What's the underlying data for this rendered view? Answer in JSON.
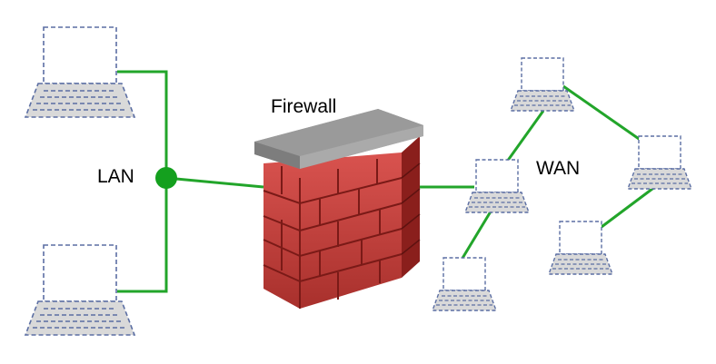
{
  "labels": {
    "lan": "LAN",
    "firewall": "Firewall",
    "wan": "WAN"
  },
  "icons": {
    "laptop": "laptop-icon",
    "firewall": "brick-wall-icon",
    "hub": "network-hub-icon"
  },
  "colors": {
    "link": "#22a52a",
    "hub": "#14a01e",
    "brick": "#c8423e",
    "brick_dark": "#8a1f1c",
    "wall_cap": "#a7a7a7",
    "laptop_fill": "#d9d9d9",
    "laptop_dash": "#5b6ea3"
  }
}
